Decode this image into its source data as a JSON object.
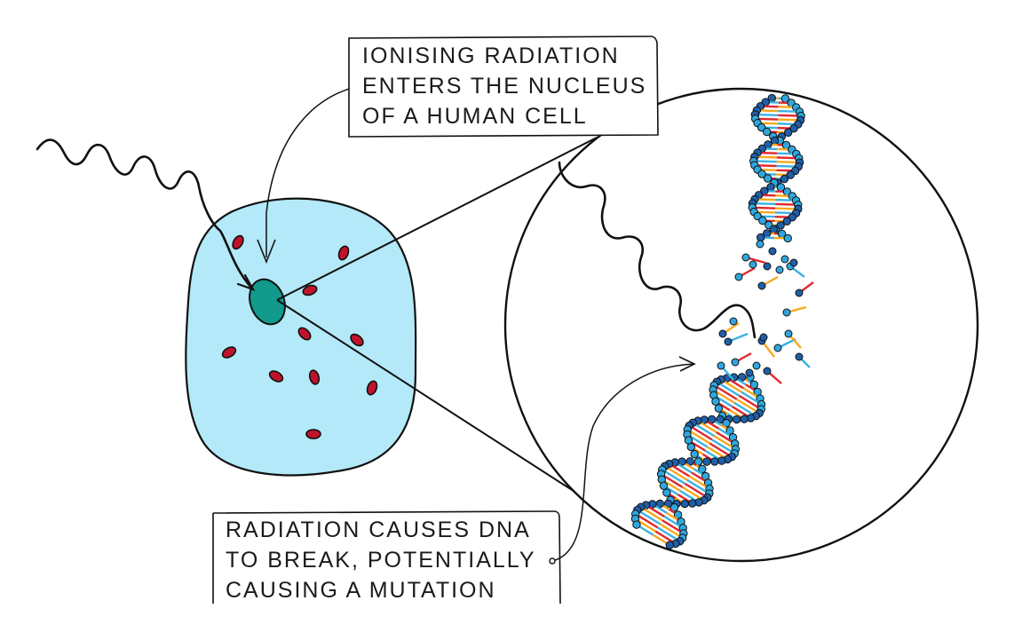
{
  "labels": {
    "top": {
      "lines": [
        "IONISING RADIATION",
        "ENTERS THE NUCLEUS",
        "OF A HUMAN CELL"
      ]
    },
    "bottom": {
      "lines": [
        "RADIATION CAUSES DNA",
        "TO BREAK, POTENTIALLY",
        "CAUSING A MUTATION"
      ]
    }
  },
  "colors": {
    "cytoplasm": "#b3e9f8",
    "nucleus": "#129b8c",
    "organelle": "#c0132b",
    "outline": "#111111",
    "dna_backbone_dark": "#1f5fa8",
    "dna_backbone_light": "#2fa7de",
    "base_red": "#e0282f",
    "base_orange": "#f7a81b",
    "base_blue": "#3bb2e3"
  }
}
